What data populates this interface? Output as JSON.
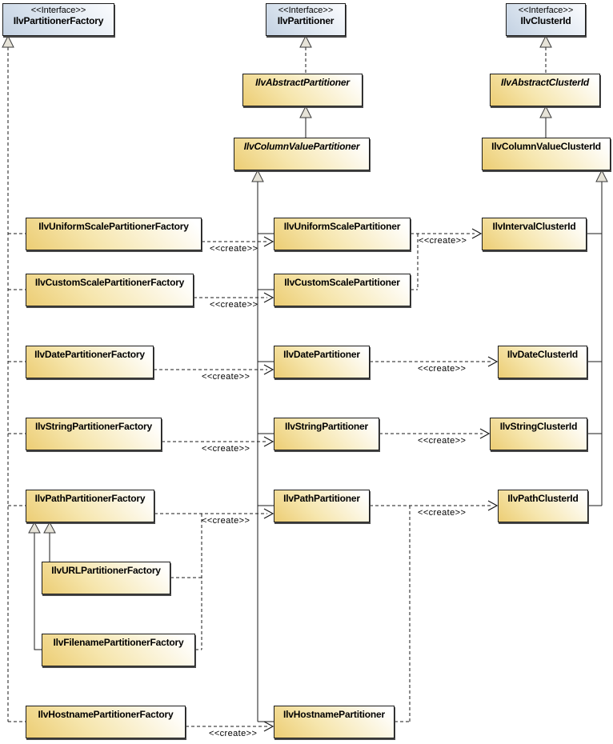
{
  "labels": {
    "interface_stereotype": "<<Interface>>",
    "create": "<<create>>"
  },
  "colors": {
    "class_fill_start": "#ECCD74",
    "class_fill_end": "#FFFFFF",
    "interface_fill_start": "#C3D1E2",
    "interface_fill_end": "#FBFCFE",
    "border": "#1C1C1C",
    "line": "#1A1A1A",
    "triangle_fill": "#E6E3D8"
  },
  "nodes": {
    "if_partitioner_factory": {
      "name": "IlvPartitionerFactory",
      "kind": "interface"
    },
    "if_partitioner": {
      "name": "IlvPartitioner",
      "kind": "interface"
    },
    "if_cluster_id": {
      "name": "IlvClusterId",
      "kind": "interface"
    },
    "abstract_partitioner": {
      "name": "IlvAbstractPartitioner",
      "kind": "abstract-class"
    },
    "abstract_cluster_id": {
      "name": "IlvAbstractClusterId",
      "kind": "abstract-class"
    },
    "column_value_partitioner": {
      "name": "IlvColumnValuePartitioner",
      "kind": "abstract-class"
    },
    "column_value_cluster_id": {
      "name": "IlvColumnValueClusterId",
      "kind": "class"
    },
    "uniform_scale_partitioner_factory": {
      "name": "IlvUniformScalePartitionerFactory",
      "kind": "class"
    },
    "custom_scale_partitioner_factory": {
      "name": "IlvCustomScalePartitionerFactory",
      "kind": "class"
    },
    "date_partitioner_factory": {
      "name": "IlvDatePartitionerFactory",
      "kind": "class"
    },
    "string_partitioner_factory": {
      "name": "IlvStringPartitionerFactory",
      "kind": "class"
    },
    "path_partitioner_factory": {
      "name": "IlvPathPartitionerFactory",
      "kind": "class"
    },
    "url_partitioner_factory": {
      "name": "IlvURLPartitionerFactory",
      "kind": "class"
    },
    "filename_partitioner_factory": {
      "name": "IlvFilenamePartitionerFactory",
      "kind": "class"
    },
    "hostname_partitioner_factory": {
      "name": "IlvHostnamePartitionerFactory",
      "kind": "class"
    },
    "uniform_scale_partitioner": {
      "name": "IlvUniformScalePartitioner",
      "kind": "class"
    },
    "custom_scale_partitioner": {
      "name": "IlvCustomScalePartitioner",
      "kind": "class"
    },
    "date_partitioner": {
      "name": "IlvDatePartitioner",
      "kind": "class"
    },
    "string_partitioner": {
      "name": "IlvStringPartitioner",
      "kind": "class"
    },
    "path_partitioner": {
      "name": "IlvPathPartitioner",
      "kind": "class"
    },
    "hostname_partitioner": {
      "name": "IlvHostnamePartitioner",
      "kind": "class"
    },
    "interval_cluster_id": {
      "name": "IlvIntervalClusterId",
      "kind": "class"
    },
    "date_cluster_id": {
      "name": "IlvDateClusterId",
      "kind": "class"
    },
    "string_cluster_id": {
      "name": "IlvStringClusterId",
      "kind": "class"
    },
    "path_cluster_id": {
      "name": "IlvPathClusterId",
      "kind": "class"
    }
  },
  "relations": {
    "realizations": [
      {
        "from": "IlvAbstractPartitioner",
        "to": "IlvPartitioner"
      },
      {
        "from": "IlvAbstractClusterId",
        "to": "IlvClusterId"
      },
      {
        "from": "IlvUniformScalePartitionerFactory",
        "to": "IlvPartitionerFactory"
      },
      {
        "from": "IlvCustomScalePartitionerFactory",
        "to": "IlvPartitionerFactory"
      },
      {
        "from": "IlvDatePartitionerFactory",
        "to": "IlvPartitionerFactory"
      },
      {
        "from": "IlvStringPartitionerFactory",
        "to": "IlvPartitionerFactory"
      },
      {
        "from": "IlvPathPartitionerFactory",
        "to": "IlvPartitionerFactory"
      },
      {
        "from": "IlvHostnamePartitionerFactory",
        "to": "IlvPartitionerFactory"
      }
    ],
    "generalizations": [
      {
        "from": "IlvColumnValuePartitioner",
        "to": "IlvAbstractPartitioner"
      },
      {
        "from": "IlvColumnValueClusterId",
        "to": "IlvAbstractClusterId"
      },
      {
        "from": "IlvUniformScalePartitioner",
        "to": "IlvColumnValuePartitioner"
      },
      {
        "from": "IlvCustomScalePartitioner",
        "to": "IlvColumnValuePartitioner"
      },
      {
        "from": "IlvDatePartitioner",
        "to": "IlvColumnValuePartitioner"
      },
      {
        "from": "IlvStringPartitioner",
        "to": "IlvColumnValuePartitioner"
      },
      {
        "from": "IlvPathPartitioner",
        "to": "IlvColumnValuePartitioner"
      },
      {
        "from": "IlvHostnamePartitioner",
        "to": "IlvColumnValuePartitioner"
      },
      {
        "from": "IlvIntervalClusterId",
        "to": "IlvColumnValueClusterId"
      },
      {
        "from": "IlvDateClusterId",
        "to": "IlvColumnValueClusterId"
      },
      {
        "from": "IlvStringClusterId",
        "to": "IlvColumnValueClusterId"
      },
      {
        "from": "IlvPathClusterId",
        "to": "IlvColumnValueClusterId"
      },
      {
        "from": "IlvURLPartitionerFactory",
        "to": "IlvPathPartitionerFactory"
      },
      {
        "from": "IlvFilenamePartitionerFactory",
        "to": "IlvPathPartitionerFactory"
      }
    ],
    "creates": [
      {
        "from": "IlvUniformScalePartitionerFactory",
        "to": "IlvUniformScalePartitioner"
      },
      {
        "from": "IlvCustomScalePartitionerFactory",
        "to": "IlvCustomScalePartitioner"
      },
      {
        "from": "IlvDatePartitionerFactory",
        "to": "IlvDatePartitioner"
      },
      {
        "from": "IlvStringPartitionerFactory",
        "to": "IlvStringPartitioner"
      },
      {
        "from": "IlvPathPartitionerFactory",
        "to": "IlvPathPartitioner"
      },
      {
        "from": "IlvURLPartitionerFactory",
        "to": "IlvPathPartitioner"
      },
      {
        "from": "IlvFilenamePartitionerFactory",
        "to": "IlvPathPartitioner"
      },
      {
        "from": "IlvHostnamePartitionerFactory",
        "to": "IlvHostnamePartitioner"
      },
      {
        "from": "IlvUniformScalePartitioner",
        "to": "IlvIntervalClusterId"
      },
      {
        "from": "IlvCustomScalePartitioner",
        "to": "IlvIntervalClusterId"
      },
      {
        "from": "IlvDatePartitioner",
        "to": "IlvDateClusterId"
      },
      {
        "from": "IlvStringPartitioner",
        "to": "IlvStringClusterId"
      },
      {
        "from": "IlvPathPartitioner",
        "to": "IlvPathClusterId"
      },
      {
        "from": "IlvHostnamePartitioner",
        "to": "IlvPathClusterId"
      }
    ]
  }
}
